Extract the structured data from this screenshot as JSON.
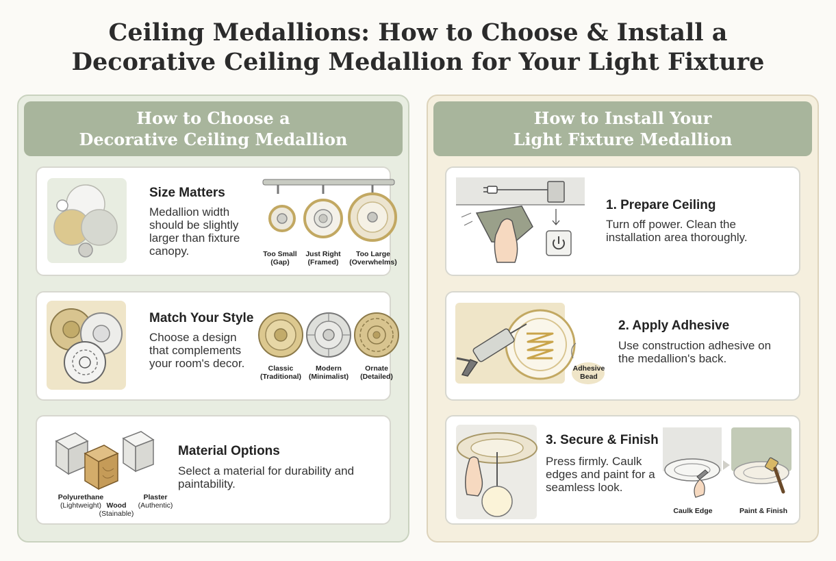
{
  "title": {
    "line1": "Ceiling Medallions: How to Choose & Install a",
    "line2": "Decorative Ceiling Medallion for Your Light Fixture"
  },
  "choose": {
    "heading_line1": "How to Choose a",
    "heading_line2": "Decorative Ceiling Medallion",
    "size": {
      "title": "Size Matters",
      "desc": "Medallion width should be slightly larger than fixture canopy.",
      "examples": [
        {
          "label": "Too Small",
          "note": "(Gap)"
        },
        {
          "label": "Just Right",
          "note": "(Framed)"
        },
        {
          "label": "Too Large",
          "note": "(Overwhelms)"
        }
      ]
    },
    "style": {
      "title": "Match Your Style",
      "desc": "Choose a design that complements your room's decor.",
      "examples": [
        {
          "label": "Classic",
          "note": "(Traditional)"
        },
        {
          "label": "Modern",
          "note": "(Minimalist)"
        },
        {
          "label": "Ornate",
          "note": "(Detailed)"
        }
      ]
    },
    "material": {
      "title": "Material Options",
      "desc": "Select a material for durability and paintability.",
      "examples": [
        {
          "label": "Polyurethane",
          "note": "(Lightweight)"
        },
        {
          "label": "Wood",
          "note": "(Stainable)"
        },
        {
          "label": "Plaster",
          "note": "(Authentic)"
        }
      ]
    }
  },
  "install": {
    "heading_line1": "How to Install Your",
    "heading_line2": "Light Fixture Medallion",
    "step1": {
      "title": "1. Prepare Ceiling",
      "desc": "Turn off power. Clean the installation area thoroughly."
    },
    "step2": {
      "title": "2. Apply Adhesive",
      "desc": "Use construction adhesive on the medallion's back.",
      "callout_line1": "Adhesive",
      "callout_line2": "Bead"
    },
    "step3": {
      "title": "3. Secure & Finish",
      "desc": "Press firmly. Caulk edges and paint for a seamless look.",
      "caption1": "Caulk Edge",
      "caption2": "Paint & Finish"
    }
  },
  "colors": {
    "sage": "#a8b59c",
    "gold": "#d8c48f",
    "cream": "#f5efde"
  }
}
